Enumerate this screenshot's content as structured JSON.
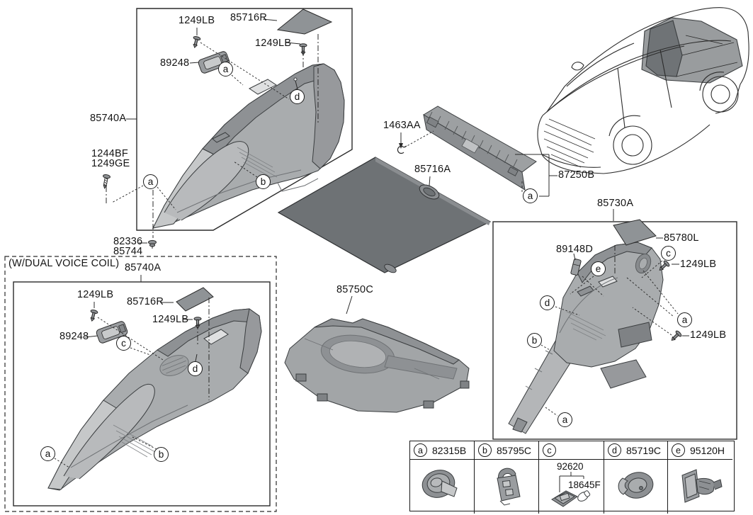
{
  "diagram": {
    "kind": "vehicle-parts-diagram",
    "subject": "Luggage side trim / cargo area trim",
    "note": "exploded parts views with callout legend"
  },
  "colors": {
    "line": "#2b2b2b",
    "panel": "#a9acae",
    "panel_dark": "#8e9194",
    "panel_light": "#c6c8c9",
    "mat": "#6e7275",
    "cover": "#8f9396",
    "background": "#ffffff"
  },
  "labels": {
    "main_1249lb_pin1": "1249LB",
    "main_85716r": "85716R",
    "main_1249lb_pin2": "1249LB",
    "main_89248": "89248",
    "main_85740a": "85740A",
    "l1244bf": "1244BF",
    "l1249ge": "1249GE",
    "l82336": "82336",
    "l85744": "85744",
    "dual_title": "(W/DUAL VOICE COIL)",
    "dual_85740a": "85740A",
    "dual_1249lb_pin1": "1249LB",
    "dual_85716r": "85716R",
    "dual_1249lb_pin2": "1249LB",
    "dual_89248": "89248",
    "mid_1463aa": "1463AA",
    "mid_85716a": "85716A",
    "mid_87250b": "87250B",
    "mid_85750c": "85750C",
    "right_85730a": "85730A",
    "right_85780l": "85780L",
    "right_89148d": "89148D",
    "right_1249lb_pin1": "1249LB",
    "right_1249lb_pin2": "1249LB"
  },
  "callouts": {
    "a": "a",
    "b": "b",
    "c": "c",
    "d": "d",
    "e": "e"
  },
  "legend": {
    "columns": [
      {
        "letter": "a",
        "part": "82315B",
        "icon": "grommet-plug-icon"
      },
      {
        "letter": "b",
        "part": "85795C",
        "icon": "hook-bracket-icon"
      },
      {
        "letter": "c",
        "part": "",
        "icon": "luggage-lamp-icon",
        "sub_parts": [
          {
            "part": "92620"
          },
          {
            "part": "18645F"
          }
        ]
      },
      {
        "letter": "d",
        "part": "85719C",
        "icon": "luggage-hook-icon"
      },
      {
        "letter": "e",
        "part": "95120H",
        "icon": "power-outlet-icon"
      }
    ]
  }
}
